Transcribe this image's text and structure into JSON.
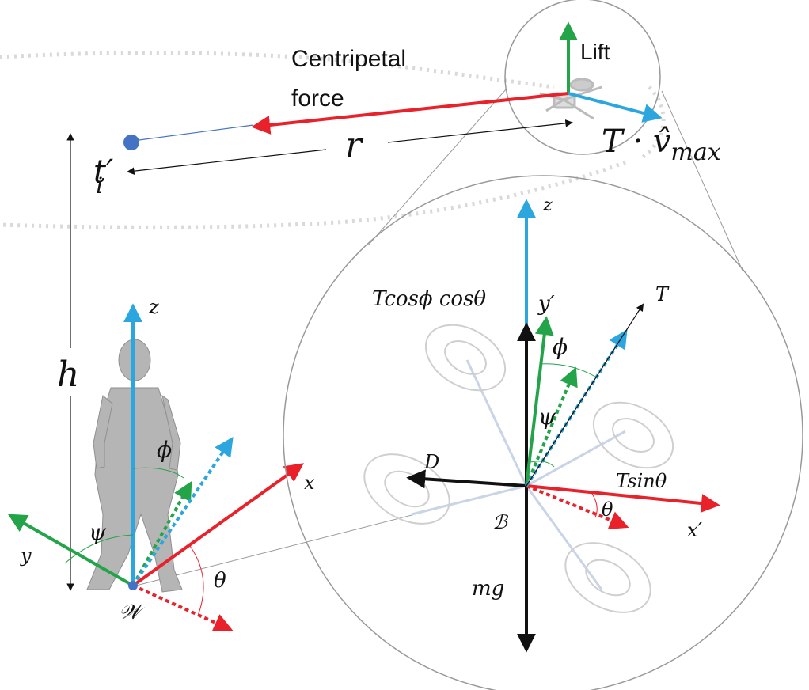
{
  "labels": {
    "centripetal_line1": "Centripetal",
    "centripetal_line2": "force",
    "lift": "Lift",
    "thrust_dir": "T · v̂",
    "thrust_dir_sub": "max",
    "t_prime": "t′",
    "t_prime_sub": "i",
    "r": "r",
    "h": "h",
    "z_world": "z",
    "x_world": "x",
    "y_world": "y",
    "phi_world": "ϕ",
    "psi_world": "ψ",
    "theta_world": "θ",
    "w_frame": "𝒲",
    "z_body": "z",
    "y_prime": "y′",
    "x_prime": "x′",
    "T_body": "T",
    "tcos": "Tcosϕ cosθ",
    "tsin": "Tsinθ",
    "phi_body": "ϕ",
    "psi_body": "ψ",
    "theta_body": "θ",
    "D": "D",
    "B_frame": "ℬ",
    "mg": "mg"
  },
  "colors": {
    "red": "#e8212b",
    "green": "#23a449",
    "blue": "#2ba6de",
    "black": "#111111",
    "gray": "#9a9a9a",
    "dotted": "#d9d9d9",
    "target": "#4472c4"
  }
}
